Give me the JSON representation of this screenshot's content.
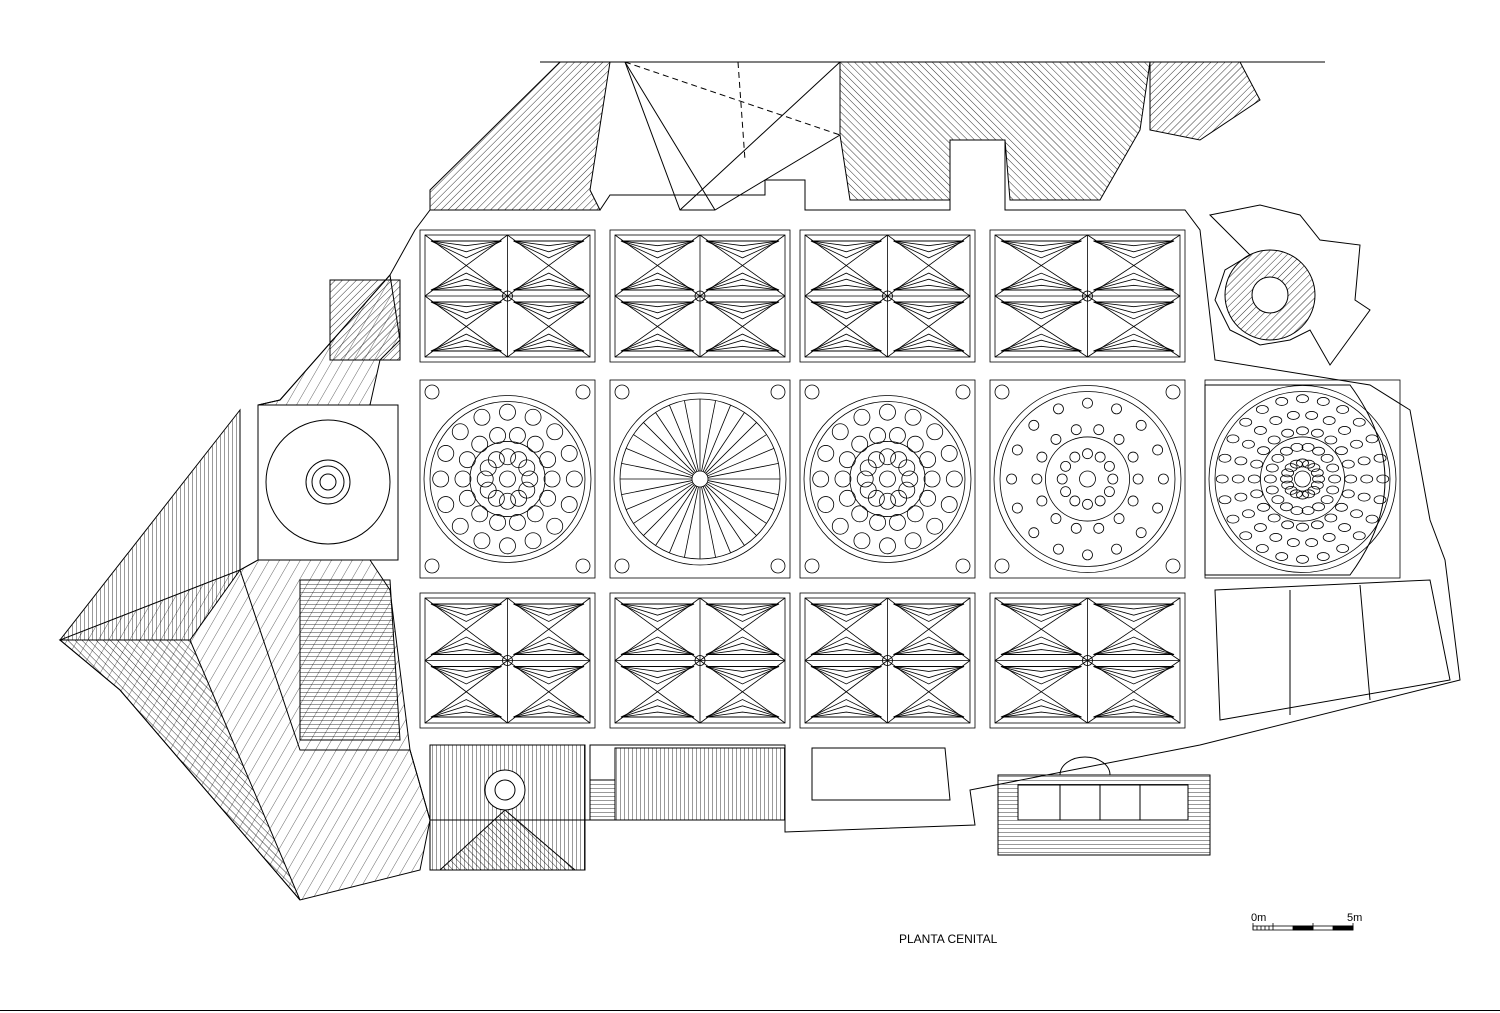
{
  "drawing": {
    "title": "PLANTA CENITAL",
    "scale_bar": {
      "start_label": "0m",
      "end_label": "5m",
      "length_m": 5
    },
    "line_color": "#000000",
    "background": "#ffffff",
    "vault_bays": {
      "top_row": 4,
      "middle_row": 5,
      "bottom_row": 4
    }
  }
}
